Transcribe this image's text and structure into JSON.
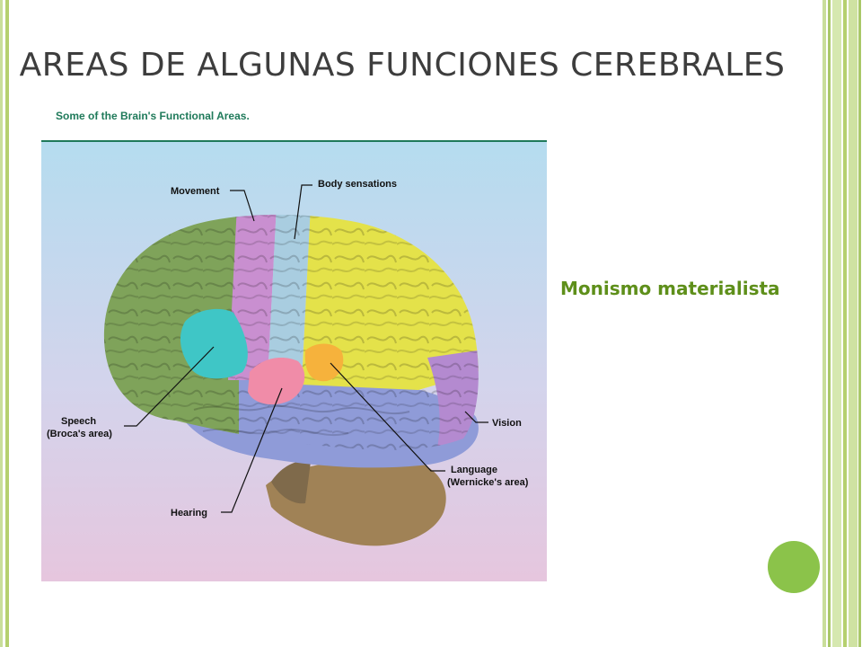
{
  "slide": {
    "title": "AREAS DE ALGUNAS FUNCIONES CEREBRALES",
    "side_text": "Monismo materialista"
  },
  "figure": {
    "caption": "Some of the Brain's Functional Areas.",
    "labels": {
      "movement": "Movement",
      "body_sensations": "Body sensations",
      "speech_1": "Speech",
      "speech_2": "(Broca's area)",
      "vision": "Vision",
      "language_1": "Language",
      "language_2": "(Wernicke's area)",
      "hearing": "Hearing"
    },
    "region_colors": {
      "frontal": "#7fa35a",
      "motor": "#c98fd0",
      "sensory": "#a9cde0",
      "parietal": "#e4e24a",
      "temporal": "#8f9bd8",
      "occipital": "#b48ad0",
      "cerebellum": "#a08256",
      "broca": "#3fc6c6",
      "auditory": "#f08ca8",
      "wernicke": "#f6b23c"
    }
  },
  "theme": {
    "accent_green": "#8bc34a",
    "text_green": "#5e8f1a",
    "caption_green": "#1f7a5a"
  }
}
